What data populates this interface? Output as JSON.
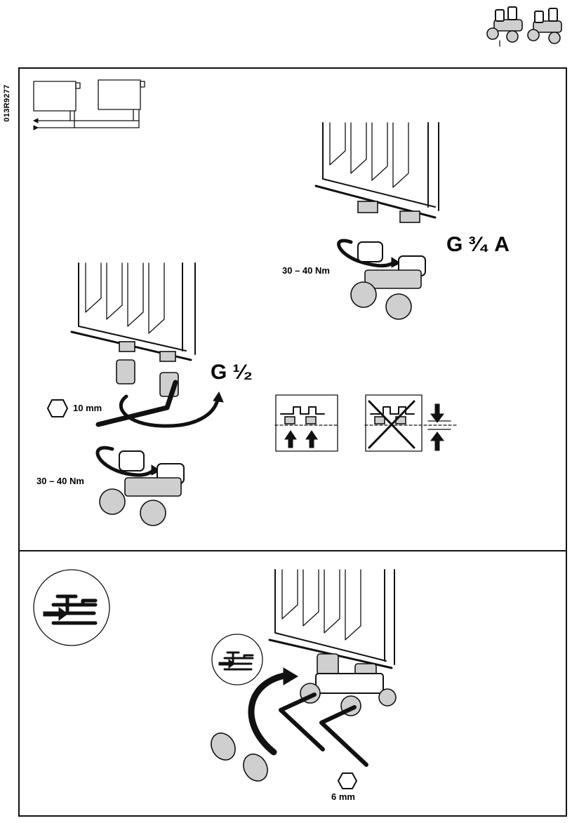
{
  "document_code": "013R9277",
  "torque_top": "30 – 40 Nm",
  "thread_top": "G ³⁄₄ A",
  "thread_left": "G ¹⁄₂",
  "hex_key_left": "10 mm",
  "torque_left": "30 – 40 Nm",
  "hex_key_bottom": "6 mm",
  "icons": [
    "valve-product-icon",
    "pipe-connection-diagram",
    "hex-icon",
    "arrow-up-icon",
    "arrow-down-icon",
    "flow-bypass-icon"
  ]
}
